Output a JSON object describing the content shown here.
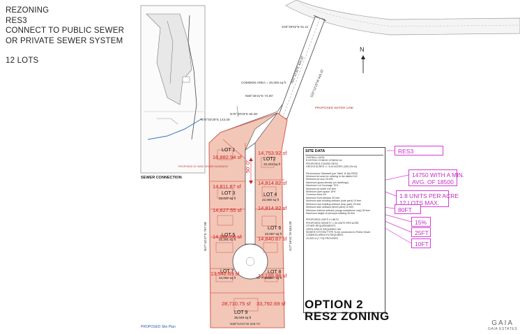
{
  "header": {
    "line1": "REZONING",
    "line2": "RES3",
    "line3": "CONNECT TO PUBLIC SEWER",
    "line4": "OR PRIVATE SEWER SYSTEM",
    "line5": "12 LOTS"
  },
  "north_label": "N",
  "inset": {
    "title": "SEWER CONNECTION",
    "note": "PROPOSED 20' WIDE SEWER EASEMENT"
  },
  "survey": {
    "bearing_top": "S48°39'02\"E 61.11'",
    "common_area": "COMMON AREA = 20,005 sq ft",
    "bearing_mid": "N60°45'21\"E 74.00'",
    "bearing_left1": "N75°50'28\"E 143.45'",
    "bearing_left2": "N75°33'03\"E 80.48'",
    "bearing_road1": "N20°10'30\"E 404.32'",
    "bearing_road2": "S20°13'15\"W 443.32'",
    "bearing_west": "N27°44'47\"E 757.98'",
    "bearing_east": "S27°46'41\"W 634.35'",
    "bearing_south": "N69°51'01\"W 328.72'",
    "water_line": "PROPOSED WATER LINE",
    "road_width": "50' R.O.W.",
    "plan_label": "PROPOSED Site Plan"
  },
  "lots": [
    {
      "name": "LOT 1",
      "area": "16,882.94 sf"
    },
    {
      "name": "LOT2",
      "area": "22,334 sq ft"
    },
    {
      "name": "LOT 3",
      "area": "22,037 sq ft"
    },
    {
      "name": "LOT 4",
      "area": "22,080 sq ft"
    },
    {
      "name": "LOT 5",
      "area": "22,291 sq ft"
    },
    {
      "name": "LOT 6",
      "area": "22,087 sq ft"
    },
    {
      "name": "LOT 7",
      "area": "22,060 sq ft"
    },
    {
      "name": "LOT 8",
      "area": "22,057 sq ft"
    },
    {
      "name": "LOT 9",
      "area": "35,049 sq ft"
    }
  ],
  "red_annotations": [
    "14,753.92 sf",
    "14,811.87 sf",
    "14,814.82 sf",
    "14,627.55 sf",
    "14,814.82 sf",
    "14,840.87 sf",
    "14,880.66 sf",
    "13,542.63 sf",
    "13,189.88 sf",
    "28,710.75 sf",
    "33,792.69 sf",
    "50' 0\""
  ],
  "site_data": {
    "title": "SITE DATA",
    "rows": [
      "OVERALL DATA",
      "EXISTING ZONING   ZONING A1",
      "PROPOSED ZONING   RES3",
      "GROSS ACRES      +/- 6.92 ACRES (259,234 sf)",
      "Performance Standard (per Table 11.8a)   RES2",
      "Minimum lot area for existing in the district   NO",
      "Minimum lot size   20,000",
      "Maximum gross density (no dwellings)",
      "Maximum Lot Coverage   70%",
      "Minimum lot width   100 feet",
      "Minimum open space   15%",
      "Common Area   0%",
      "Minimum front setback   30 feet",
      "Minimum side building setback (side yard)   10 feet",
      "Minimum rear building setback (rear yard)   25 feet",
      "Minimum side setback (street yard)   10 feet",
      "Minimum exterior setback (mega subdivision only)   50 feet",
      "Maximum height of principal building   35 feet",
      "PROPOSED UNITS   9 UNITS",
      "PROPOSED DENSITY   1.30 UNITS PER ACRE",
      "OTHER REQUIREMENTS",
      "OPEN SPACE REQUIRED   N/A",
      "SEWER SYSTEM TYPE   To be connected to Public Sewer",
      "COMMON AREA   0% REQUIRED",
      "20,005 sf (7.7%) PROVIDED"
    ]
  },
  "callouts": {
    "res3": "RES3",
    "min_avg_line1": "14750 WITH A MIN.",
    "min_avg_line2": "AVG. OF 18500",
    "units_line1": "1.8 UNITS PER ACRE",
    "units_line2": "12 LOTS MAX.",
    "ft80": "80FT",
    "pct15": "15%",
    "ft25": "25FT",
    "ft10": "10FT"
  },
  "option": {
    "line1": "OPTION 2",
    "line2": "RES2 ZONING"
  },
  "logo": {
    "name": "GAIA",
    "sub": "GAIA ESTATES"
  },
  "colors": {
    "lot_fill": "#f2c7b8",
    "lot_stroke": "#d9655a",
    "callout": "#d63ad6",
    "red_text": "#d52020"
  }
}
